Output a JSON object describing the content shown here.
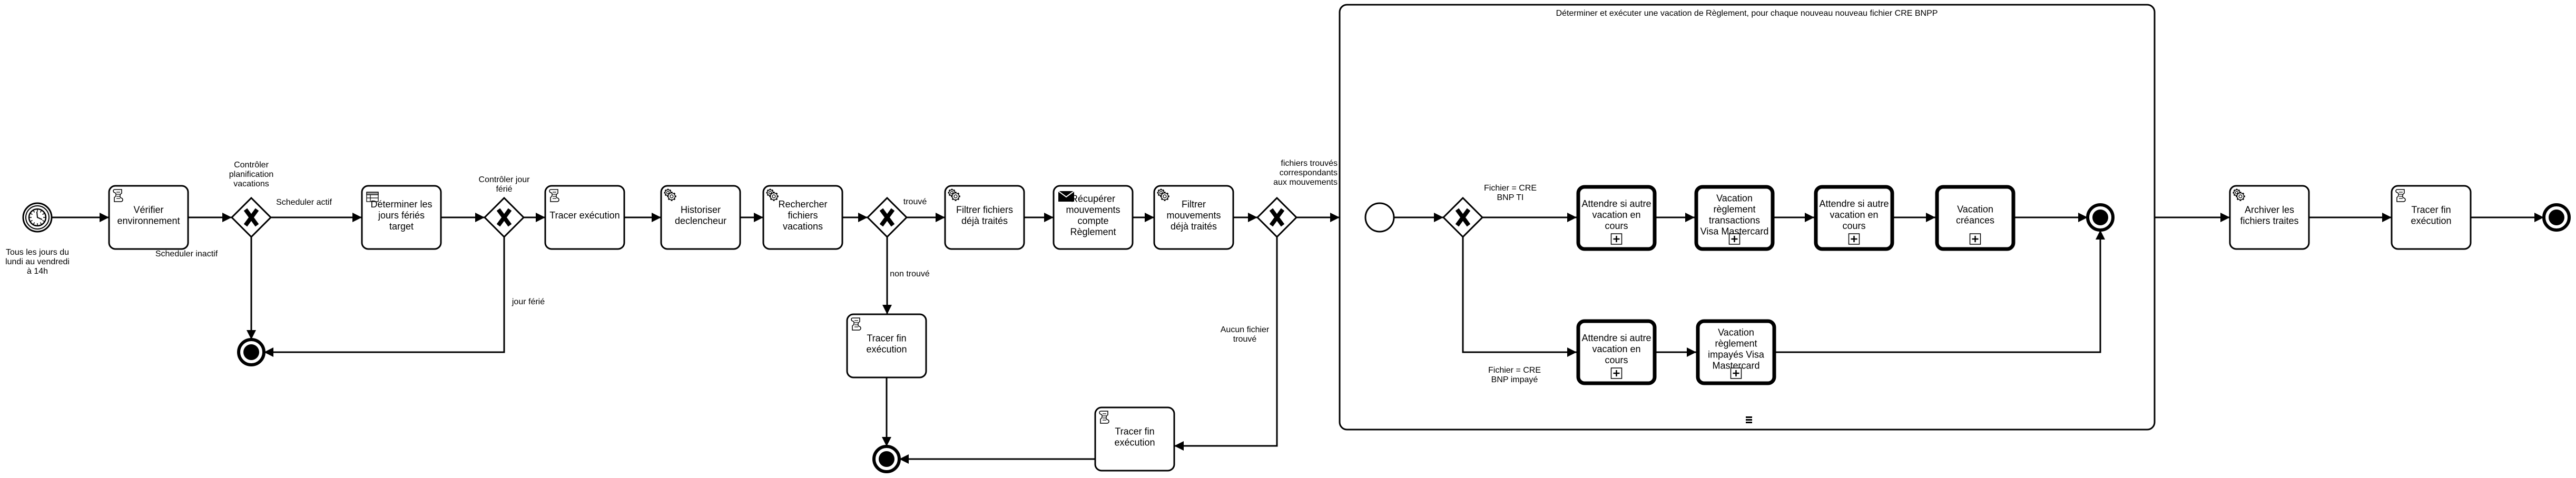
{
  "colors": {
    "stroke": "#000000",
    "fill": "#ffffff",
    "icon_gray": "#9a9a9a"
  },
  "subprocess": {
    "title": "Déterminer et exécuter une vacation de Règlement, pour chaque nouveau nouveau fichier CRE BNPP",
    "marker": "sequential-multi-instance-icon"
  },
  "events": {
    "timer_start": {
      "icon": "clock-icon",
      "label": [
        "Tous les jours du",
        "lundi au vendredi",
        "à 14h"
      ]
    },
    "end_scheduler": {
      "icon": "end-event-icon"
    },
    "end_no_file": {
      "icon": "end-event-icon"
    },
    "inner_start": {
      "icon": "start-event-icon"
    },
    "inner_end": {
      "icon": "end-event-icon"
    },
    "final_end": {
      "icon": "end-event-icon"
    }
  },
  "gateways": {
    "g1": {
      "label": [
        "Contrôler",
        "planification",
        "vacations"
      ]
    },
    "g2": {
      "label": [
        "Contrôler jour",
        "férié"
      ]
    },
    "g3": {
      "label": []
    },
    "g4": {
      "label": [
        "fichiers trouvés",
        "correspondants",
        "aux mouvements"
      ]
    },
    "g5": {
      "label": []
    }
  },
  "tasks": {
    "verifier": {
      "icon": "script-icon",
      "label": [
        "Vérifier",
        "environnement"
      ]
    },
    "determiner": {
      "icon": "business-rule-icon",
      "label": [
        "Déterminer les",
        "jours fériés",
        "target"
      ]
    },
    "tracer_exec": {
      "icon": "script-icon",
      "label": [
        "Tracer exécution"
      ]
    },
    "historiser": {
      "icon": "service-gear-icon",
      "label": [
        "Historiser",
        "declencheur"
      ]
    },
    "rechercher": {
      "icon": "service-gear-icon",
      "label": [
        "Rechercher",
        "fichiers",
        "vacations"
      ]
    },
    "filtrer_fichiers": {
      "icon": "service-gear-icon",
      "label": [
        "Filtrer fichiers",
        "déjà traités"
      ]
    },
    "recuperer": {
      "icon": "send-envelope-icon",
      "label": [
        "Récupérer",
        "mouvements",
        "compte",
        "Règlement"
      ]
    },
    "filtrer_mouv": {
      "icon": "service-gear-icon",
      "label": [
        "Filtrer",
        "mouvements",
        "déjà traités"
      ]
    },
    "tracer_fin_1": {
      "icon": "script-icon",
      "label": [
        "Tracer fin",
        "exécution"
      ]
    },
    "tracer_fin_2": {
      "icon": "script-icon",
      "label": [
        "Tracer fin",
        "exécution"
      ]
    },
    "archiver": {
      "icon": "service-gear-icon",
      "label": [
        "Archiver les",
        "fichiers traites"
      ]
    },
    "tracer_fin_3": {
      "icon": "script-icon",
      "label": [
        "Tracer fin",
        "exécution"
      ]
    }
  },
  "call_activities": {
    "attendre_1": {
      "label": [
        "Attendre si autre",
        "vacation en",
        "cours"
      ]
    },
    "vacation_ti": {
      "label": [
        "Vacation",
        "règlement",
        "transactions",
        "Visa Mastercard"
      ]
    },
    "attendre_2": {
      "label": [
        "Attendre si autre",
        "vacation en",
        "cours"
      ]
    },
    "vacation_creances": {
      "label": [
        "Vacation",
        "créances"
      ]
    },
    "attendre_3": {
      "label": [
        "Attendre si autre",
        "vacation en",
        "cours"
      ]
    },
    "vacation_impayes": {
      "label": [
        "Vacation",
        "règlement",
        "impayés Visa",
        "Mastercard"
      ]
    }
  },
  "flow_labels": {
    "scheduler_actif": [
      "Scheduler actif"
    ],
    "scheduler_inactif": [
      "Scheduler inactif"
    ],
    "jour_ferie": [
      "jour férié"
    ],
    "trouve": [
      "trouvé"
    ],
    "non_trouve": [
      "non trouvé"
    ],
    "aucun_fichier": [
      "Aucun fichier",
      "trouvé"
    ],
    "cre_ti": [
      "Fichier = CRE",
      "BNP TI"
    ],
    "cre_impaye": [
      "Fichier = CRE",
      "BNP impayé"
    ]
  }
}
